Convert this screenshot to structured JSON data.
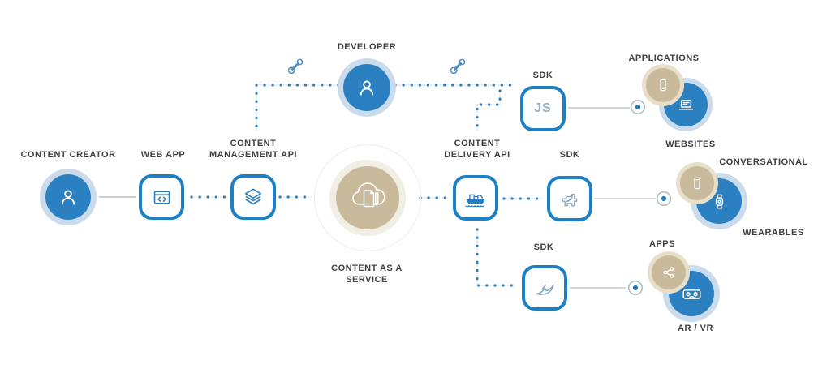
{
  "diagram_title": "Content as a Service architecture",
  "colors": {
    "primary_blue": "#1d80c4",
    "circle_blue": "#2b80c1",
    "blue_halo": "#cadcec",
    "tan": "#c9ba9b",
    "tan_halo": "#e7dfca",
    "label_text": "#3e4045",
    "dotted_line_blue": "#2f80c1",
    "solid_line_gray": "#c0ccd4",
    "js_text": "#93afc7"
  },
  "nodes": {
    "content_creator": {
      "label": "CONTENT CREATOR",
      "icon": "person-icon"
    },
    "web_app": {
      "label": "WEB APP",
      "icon": "browser-code-icon"
    },
    "content_management_api": {
      "label": "CONTENT\nMANAGEMENT API",
      "icon": "layers-icon"
    },
    "developer": {
      "label": "DEVELOPER",
      "icon": "person-icon"
    },
    "caas": {
      "label": "CONTENT AS A\nSERVICE",
      "icon": "cloud-document-icon"
    },
    "content_delivery_api": {
      "label": "CONTENT\nDELIVERY API",
      "icon": "ship-icon"
    },
    "sdk_js": {
      "label": "SDK",
      "text": "JS"
    },
    "sdk_plugin": {
      "label": "SDK",
      "icon": "plugin-cross-icon"
    },
    "sdk_bird": {
      "label": "SDK",
      "icon": "bird-icon"
    },
    "applications": {
      "label": "APPLICATIONS",
      "icon": "mobile-phone-icon"
    },
    "websites": {
      "label": "WEBSITES",
      "icon": "laptop-icon"
    },
    "conversational": {
      "label": "CONVERSATIONAL",
      "icon": "mobile-chat-icon"
    },
    "wearables": {
      "label": "WEARABLES",
      "icon": "smartwatch-icon"
    },
    "apps": {
      "label": "APPS",
      "icon": "share-nodes-icon"
    },
    "ar_vr": {
      "label": "AR / VR",
      "icon": "vr-goggles-icon"
    }
  },
  "decorations": {
    "wrench_icons": 2,
    "endpoint_markers": 3
  }
}
